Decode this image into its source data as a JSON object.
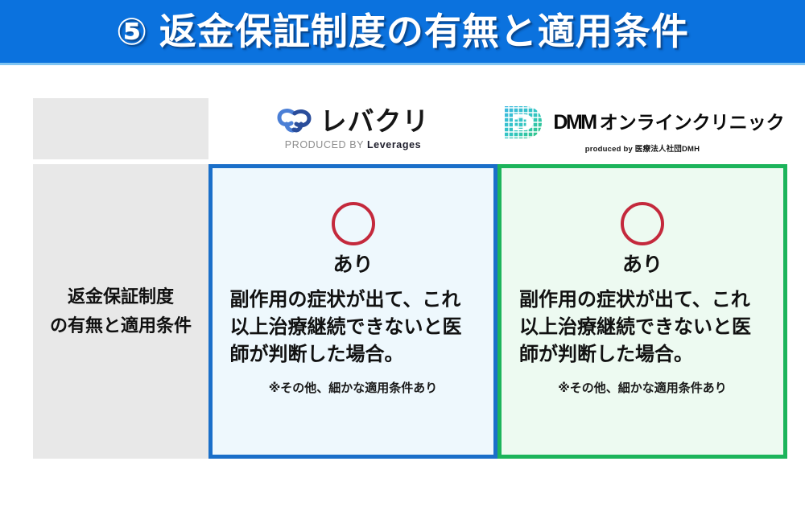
{
  "header": {
    "number": "⑤",
    "title": "⑤ 返金保証制度の有無と適用条件",
    "bg_color": "#0b72de",
    "text_color": "#ffffff"
  },
  "table": {
    "row_header_blank": "",
    "columns": [
      {
        "id": "levacli",
        "logo_name": "レバクリ",
        "logo_sub_prefix": "PRODUCED BY ",
        "logo_sub_brand": "Leverages",
        "icon": "leverages-link-icon",
        "accent_color": "#1a6fc9",
        "bg_color": "#eef8fd"
      },
      {
        "id": "dmm-online-clinic",
        "logo_mark": "DMM",
        "logo_name": "オンラインクリニック",
        "logo_sub": "produced by 医療法人社団DMH",
        "icon": "dmm-pixel-d-cross-icon",
        "accent_color": "#1cb45b",
        "bg_color": "#edfaf1"
      }
    ],
    "rows": [
      {
        "label": "返金保証制度\nの有無と適用条件",
        "cells": [
          {
            "mark": "circle",
            "mark_color": "#c4293c",
            "mark_label": "あり",
            "body": "副作用の症状が出て、これ以上治療継続できないと医師が判断した場合。",
            "note": "※その他、細かな適用条件あり"
          },
          {
            "mark": "circle",
            "mark_color": "#c4293c",
            "mark_label": "あり",
            "body": "副作用の症状が出て、これ以上治療継続できないと医師が判断した場合。",
            "note": "※その他、細かな適用条件あり"
          }
        ]
      }
    ]
  }
}
